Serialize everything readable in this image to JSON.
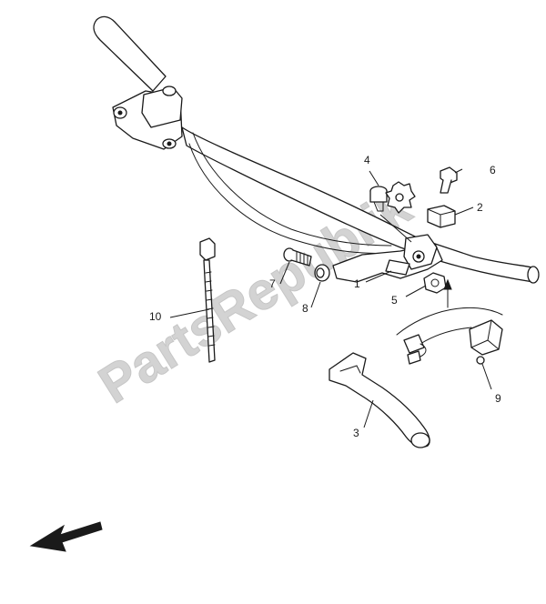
{
  "watermark": "PartsRepublik",
  "callouts": {
    "c1": "1",
    "c2": "2",
    "c3": "3",
    "c4": "4",
    "c5": "5",
    "c6": "6",
    "c7": "7",
    "c8": "8",
    "c9": "9",
    "c10": "10"
  }
}
